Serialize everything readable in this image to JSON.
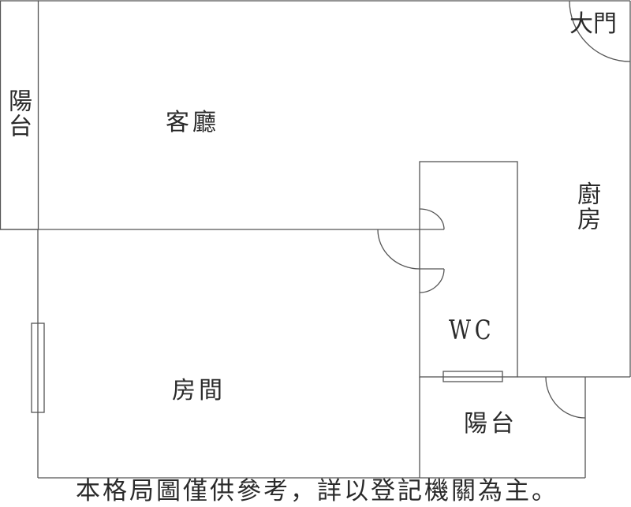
{
  "rooms": {
    "entrance": "大門",
    "balcony_left": "陽台",
    "living_room": "客廳",
    "kitchen": "廚房",
    "wc": "WC",
    "bedroom": "房間",
    "balcony_bottom": "陽台"
  },
  "disclaimer": "本格局圖僅供參考，詳以登記機關為主。",
  "colors": {
    "line": "#555555",
    "text": "#2a2a2a"
  }
}
